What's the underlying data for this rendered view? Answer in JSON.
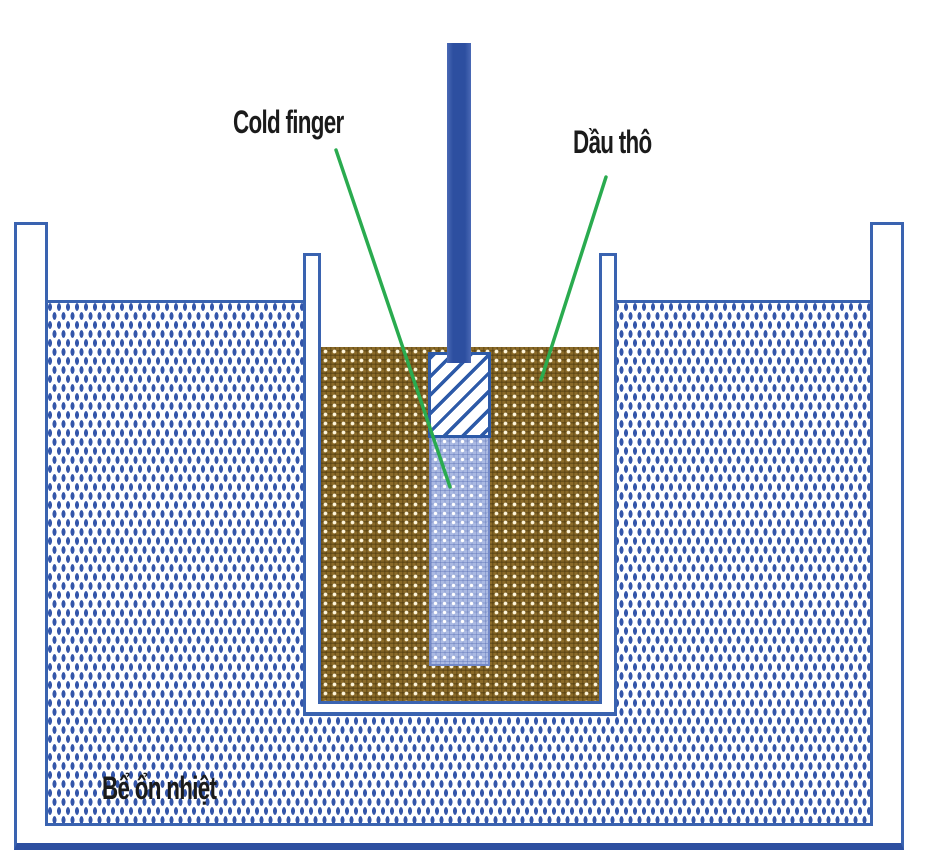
{
  "labels": {
    "cold_finger": "Cold finger",
    "crude_oil": "Dầu thô",
    "thermostat_bath": "Bể ổn nhiệt"
  },
  "colors": {
    "outline_blue": "#3a63b0",
    "rod_blue": "#2d4fa0",
    "bath_dot_blue": "#3456aa",
    "oil_brown": "#8a6a28",
    "finger_body_blue": "#aab9e2",
    "finger_grid_blue": "#7288c7",
    "hatch_blue": "#2d5aa8",
    "leader_green": "#2aab4f",
    "label_text": "#1b1b1b"
  }
}
